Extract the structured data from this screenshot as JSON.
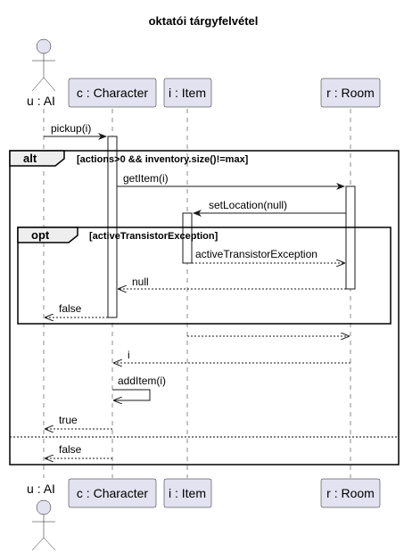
{
  "title": "oktatói tárgyfelvétel",
  "participants": {
    "actor": "u : AI",
    "character": "c : Character",
    "item": "i : Item",
    "room": "r : Room"
  },
  "frames": {
    "alt_keyword": "alt",
    "alt_guard": "[actions>0 && inventory.size()!=max]",
    "opt_keyword": "opt",
    "opt_guard": "[activeTransistorException]"
  },
  "messages": {
    "m1": "pickup(i)",
    "m2": "getItem(i)",
    "m3": "setLocation(null)",
    "m4": "activeTransistorException",
    "m5": "null",
    "m6": "false",
    "m7": "",
    "m8": "i",
    "m9": "addItem(i)",
    "m10": "true",
    "m11": "false"
  }
}
